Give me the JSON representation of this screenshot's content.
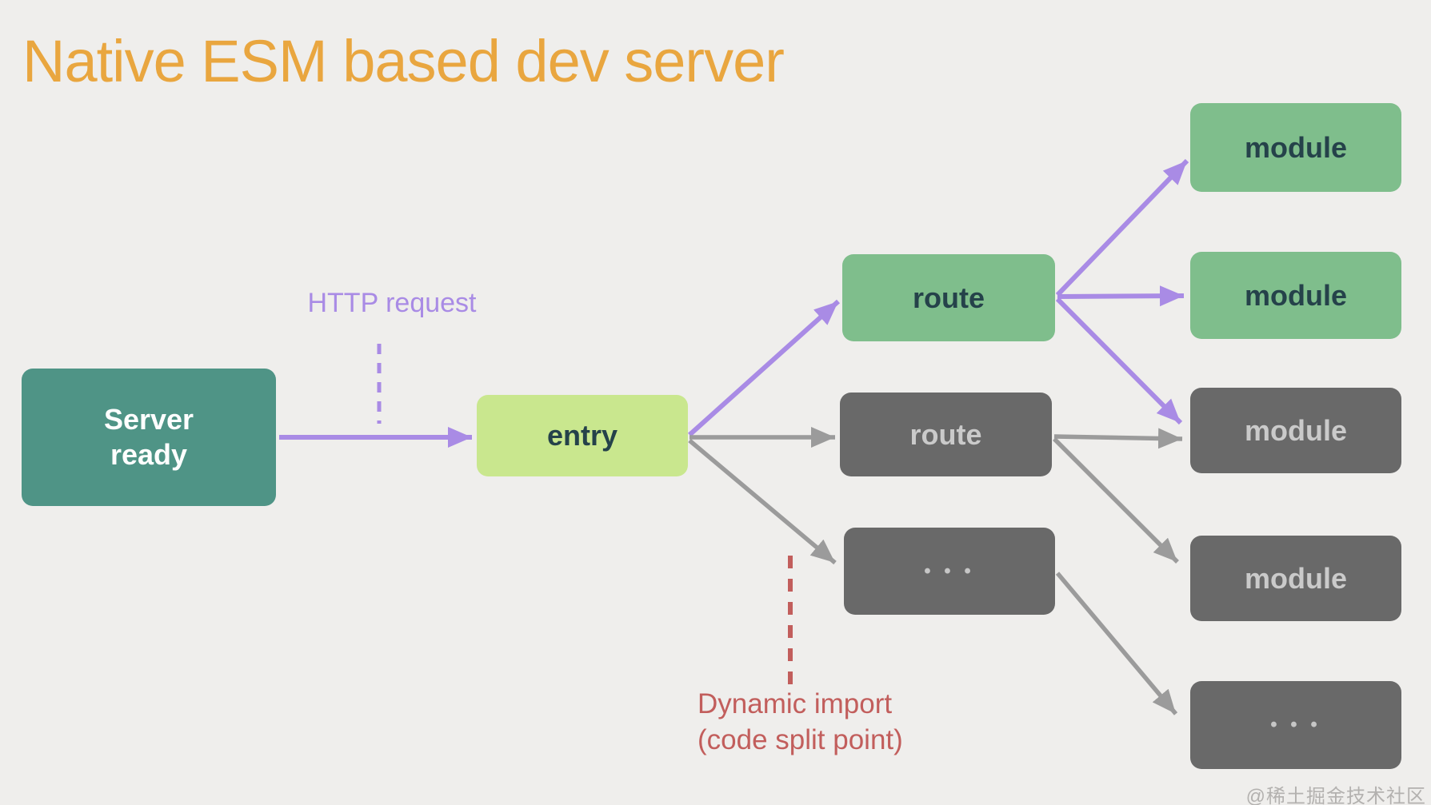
{
  "title": "Native ESM based dev server",
  "annotations": {
    "http_request": "HTTP request",
    "dynamic_import": "Dynamic import\n(code split point)",
    "watermark": "@稀土掘金技术社区"
  },
  "nodes": {
    "server_ready": "Server\nready",
    "entry": "entry",
    "route_green": "route",
    "route_gray": "route",
    "routes_more": "• • •",
    "module_top": "module",
    "module_mid": "module",
    "module_gray_1": "module",
    "module_gray_2": "module",
    "modules_more": "• • •"
  },
  "colors": {
    "background": "#EFEEEC",
    "title": "#E9A63F",
    "server_box": "#4F9486",
    "entry_box": "#C9E78E",
    "green_box": "#7FBE8C",
    "gray_box": "#696969",
    "purple_arrow": "#A98BE5",
    "gray_arrow": "#9B9B9B",
    "red_annotation": "#C25E5C",
    "dark_text": "#25424A",
    "light_text": "#CACACA",
    "watermark_text": "#B3B1AF"
  }
}
